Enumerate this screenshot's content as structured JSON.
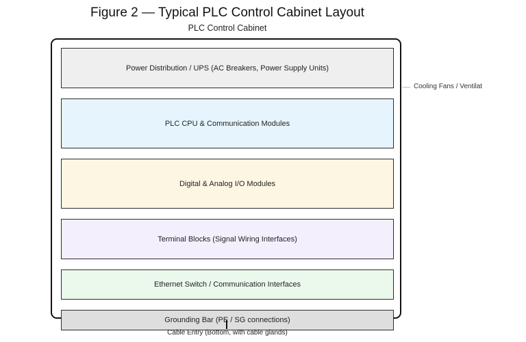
{
  "figure": {
    "title": "Figure 2 — Typical PLC Control Cabinet Layout",
    "cabinet_label": "PLC Control Cabinet",
    "side_label": "Cooling Fans / Ventilat",
    "cable_entry_label": "Cable Entry (Bottom, with cable glands)"
  },
  "modules": [
    {
      "label": "Power Distribution / UPS (AC Breakers, Power Supply Units)",
      "fill": "#efefef"
    },
    {
      "label": "PLC CPU & Communication Modules",
      "fill": "#e6f5fd"
    },
    {
      "label": "Digital & Analog I/O Modules",
      "fill": "#fdf6e2"
    },
    {
      "label": "Terminal Blocks (Signal Wiring Interfaces)",
      "fill": "#f4effd"
    },
    {
      "label": "Ethernet Switch / Communication Interfaces",
      "fill": "#ebf9ec"
    },
    {
      "label": "Grounding Bar (PE / SG connections)",
      "fill": "#dedede"
    }
  ],
  "colors": {
    "border": "#2b2b2b",
    "cabinet_border": "#111111"
  }
}
